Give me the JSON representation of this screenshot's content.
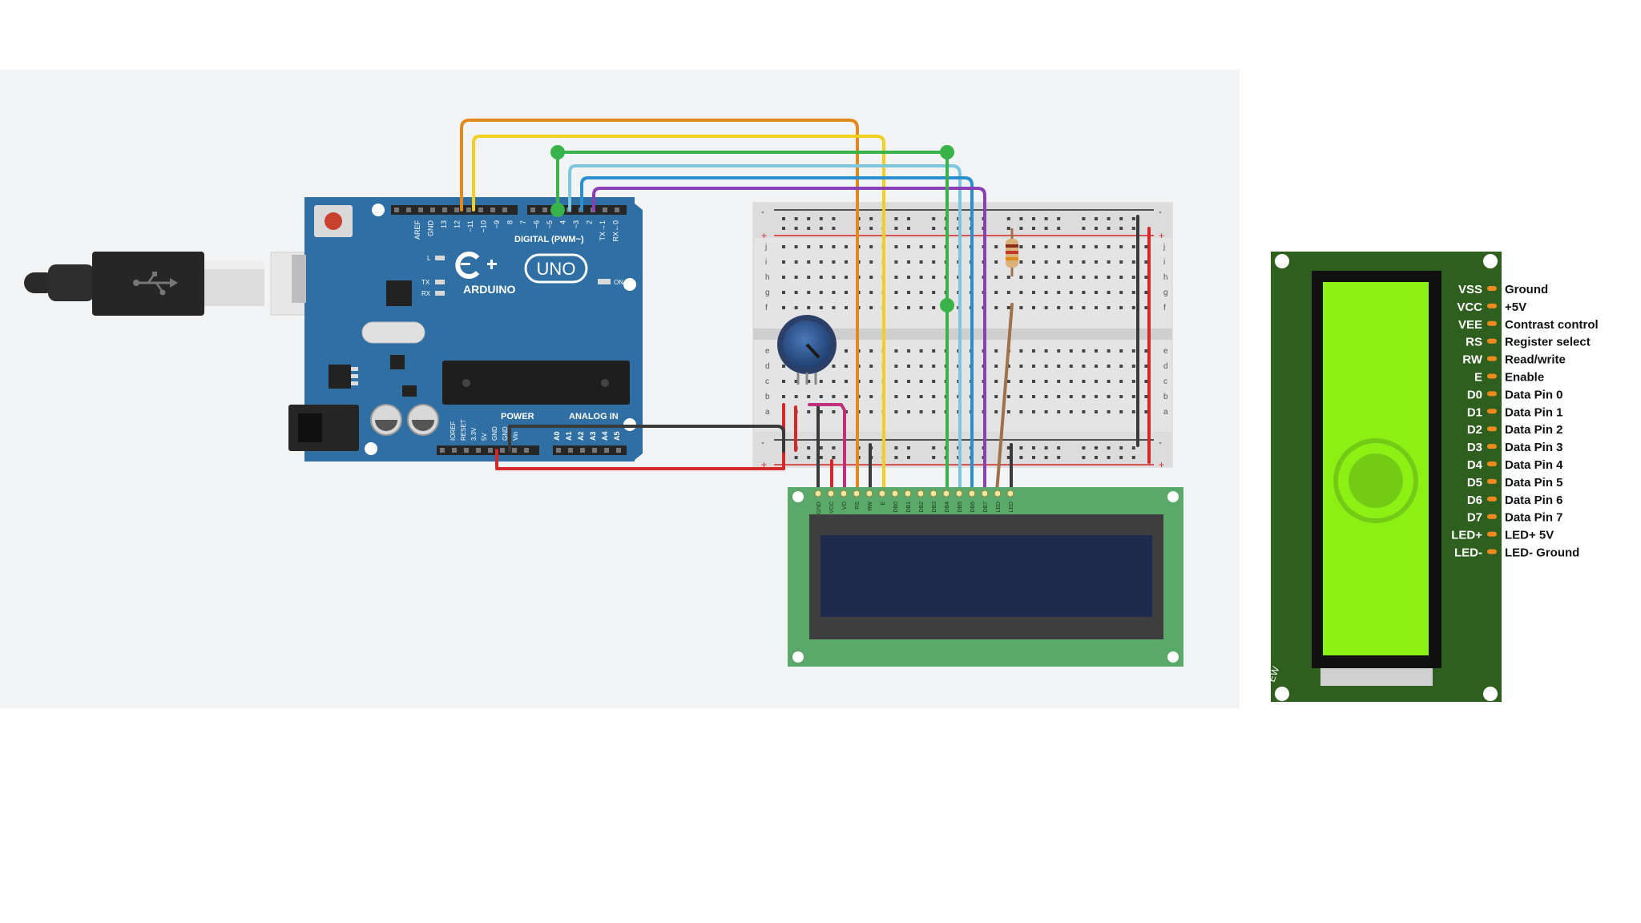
{
  "arduino": {
    "brand": "ARDUINO",
    "model": "UNO",
    "header_digital": "DIGITAL (PWM~)",
    "header_power": "POWER",
    "header_analog": "ANALOG IN",
    "led_labels": [
      "L",
      "TX",
      "RX"
    ],
    "on_label": "ON",
    "digital_pins": [
      "AREF",
      "GND",
      "13",
      "12",
      "~11",
      "~10",
      "~9",
      "8",
      "7",
      "~6",
      "~5",
      "4",
      "~3",
      "2",
      "TX→1",
      "RX←0"
    ],
    "power_pins": [
      "IOREF",
      "RESET",
      "3.3V",
      "5V",
      "GND",
      "GND",
      "Vin"
    ],
    "analog_pins": [
      "A0",
      "A1",
      "A2",
      "A3",
      "A4",
      "A5"
    ]
  },
  "breadboard": {
    "row_letters_top": [
      "j",
      "i",
      "h",
      "g",
      "f"
    ],
    "row_letters_bottom": [
      "e",
      "d",
      "c",
      "b",
      "a"
    ]
  },
  "lcd_sim": {
    "pin_labels": [
      "GND",
      "VCC",
      "VO",
      "RS",
      "RW",
      "E",
      "DB0",
      "DB1",
      "DB2",
      "DB3",
      "DB4",
      "DB5",
      "DB6",
      "DB7",
      "LED",
      "LED"
    ]
  },
  "lcd_pinout": {
    "pins": [
      {
        "name": "VSS",
        "desc": "Ground"
      },
      {
        "name": "VCC",
        "desc": "+5V"
      },
      {
        "name": "VEE",
        "desc": "Contrast control"
      },
      {
        "name": "RS",
        "desc": "Register select"
      },
      {
        "name": "RW",
        "desc": "Read/write"
      },
      {
        "name": "E",
        "desc": "Enable"
      },
      {
        "name": "D0",
        "desc": "Data Pin 0"
      },
      {
        "name": "D1",
        "desc": "Data Pin 1"
      },
      {
        "name": "D2",
        "desc": "Data Pin 2"
      },
      {
        "name": "D3",
        "desc": "Data Pin 3"
      },
      {
        "name": "D4",
        "desc": "Data Pin 4"
      },
      {
        "name": "D5",
        "desc": "Data Pin 5"
      },
      {
        "name": "D6",
        "desc": "Data Pin 6"
      },
      {
        "name": "D7",
        "desc": "Data Pin 7"
      },
      {
        "name": "LED+",
        "desc": "LED+ 5V"
      },
      {
        "name": "LED-",
        "desc": "LED- Ground"
      }
    ],
    "corner_mark": "EW"
  },
  "colors": {
    "arduino_board": "#2f6fa3",
    "wire_orange": "#e08a1e",
    "wire_yellow": "#f2cf1f",
    "wire_green": "#37b34a",
    "wire_lightblue": "#7cc6e0",
    "wire_blue": "#2a8fd0",
    "wire_purple": "#8a3fb5",
    "wire_red": "#d62828",
    "wire_black": "#3a3a3a",
    "wire_magenta": "#c0307a",
    "wire_brown": "#a0724a",
    "lcd_pcb": "#5aa86a",
    "lcd_screen": "#1f2b4d",
    "lcd_photo_pcb": "#2e5f1e",
    "lcd_photo_screen": "#8cf014",
    "pin_dot": "#f08a1e"
  }
}
